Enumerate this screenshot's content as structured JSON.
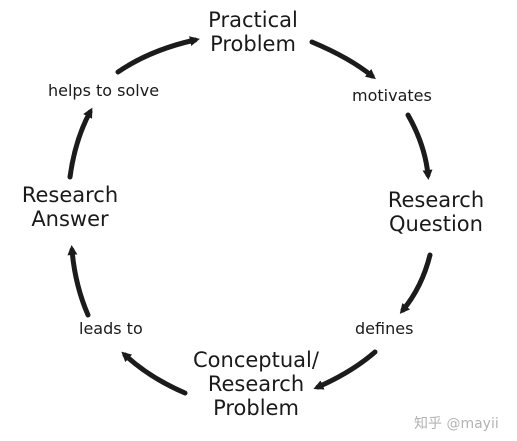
{
  "nodes": {
    "practical_problem": [
      "Practical",
      "Problem"
    ],
    "research_question": [
      "Research",
      "Question"
    ],
    "conceptual_problem": [
      "Conceptual/",
      "Research",
      "Problem"
    ],
    "research_answer": [
      "Research",
      "Answer"
    ]
  },
  "edges": {
    "motivates": "motivates",
    "defines": "defines",
    "leads_to": "leads to",
    "helps_to_solve": "helps to solve"
  },
  "watermark": "知乎 @mayii",
  "colors": {
    "arrow": "#1b1b1b",
    "text": "#1a1a1a",
    "watermark": "#b3b3b3",
    "background": "#ffffff"
  }
}
